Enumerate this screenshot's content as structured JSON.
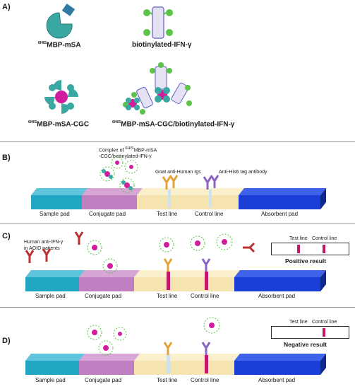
{
  "panel_a": {
    "letter": "A)",
    "labels": {
      "mbp_msa_sup": "6HIS",
      "mbp_msa": "MBP-mSA",
      "biotinylated": "biotinylated-IFN-γ",
      "mbp_msa_cgc_sup": "6HIS",
      "mbp_msa_cgc": "MBP-mSA-CGC",
      "complex_sup": "6HIS",
      "complex": "MBP-mSA-CGC/biotinylated-IFN-γ"
    }
  },
  "panel_b": {
    "letter": "B)",
    "complex_label_line1": "Complex of",
    "complex_label_sup": "6HIS",
    "complex_label_line1b": "MBP-mSA",
    "complex_label_line2": "-CGC/biotinylated-IFN-γ",
    "goat_label": "Goat anti-Human Igs",
    "his_label": "Anti-His6 tag antibody",
    "pads": {
      "sample": "Sample pad",
      "conjugate": "Conjugate pad",
      "test": "Test line",
      "control": "Control line",
      "absorbent": "Absorbent pad"
    }
  },
  "panel_c": {
    "letter": "C)",
    "human_label_line1": "Human anti-IFN-γ",
    "human_label_line2": "in AOID patients",
    "pads": {
      "sample": "Sample pad",
      "conjugate": "Conjugate pad",
      "test": "Test line",
      "control": "Control line",
      "absorbent": "Absorbent pad"
    },
    "result": {
      "test_line": "Test line",
      "control_line": "Control line",
      "title": "Positive result"
    }
  },
  "panel_d": {
    "letter": "D)",
    "pads": {
      "sample": "Sample pad",
      "conjugate": "Conjugate pad",
      "test": "Test line",
      "control": "Control line",
      "absorbent": "Absorbent pad"
    },
    "result": {
      "test_line": "Test line",
      "control_line": "Control line",
      "title": "Negative result"
    }
  },
  "colors": {
    "sample_pad": "#1fa7c4",
    "conjugate_pad": "#c07fc0",
    "nitro": "#f6e4b0",
    "absorbent": "#1a3fd6",
    "msa": "#3aa7a2",
    "tag": "#2f7ba3",
    "ifn_green": "#5bc24a",
    "ifn_box": "#5b5fc7",
    "cgc": "#d01d9d",
    "goat_ab": "#e0a43a",
    "his_ab": "#8a63c4",
    "human_ab": "#b8332f",
    "result_line": "#c2186b"
  }
}
